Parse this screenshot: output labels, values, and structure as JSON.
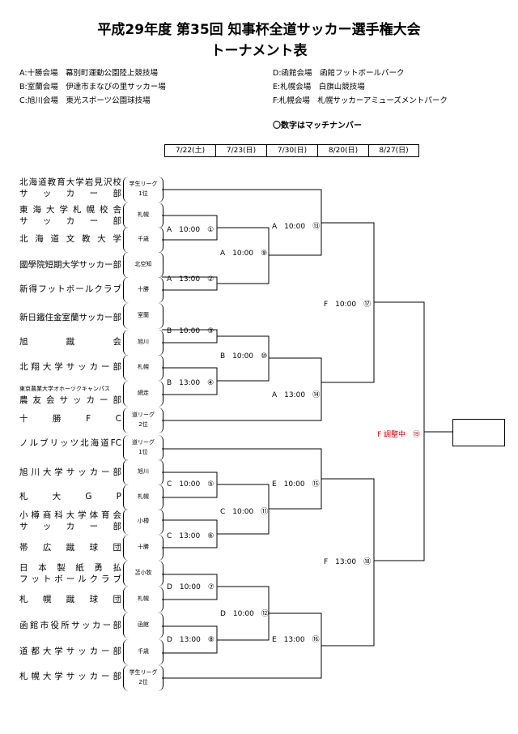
{
  "title": "平成29年度 第35回 知事杯全道サッカー選手権大会",
  "subtitle": "トーナメント表",
  "venues_left": [
    "A:十勝会場　幕別町運動公園陸上競技場",
    "B:室蘭会場　伊達市まなびの里サッカー場",
    "C:旭川会場　東光スポーツ公園球技場"
  ],
  "venues_right": [
    "D:函館会場　函館フットボールパーク",
    "E:札幌会場　白旗山競技場",
    "F:札幌会場　札幌サッカーアミューズメントパーク"
  ],
  "note": "〇数字はマッチナンバー",
  "dates": [
    "7/22(土)",
    "7/23(日)",
    "7/30(日)",
    "8/20(日)",
    "8/27(日)"
  ],
  "teams": [
    {
      "lines": [
        "北海道教育大学岩見沢校",
        "サッカー部"
      ],
      "seed": [
        "学生リーグ",
        "1位"
      ]
    },
    {
      "lines": [
        "東海大学札幌校舎",
        "サッカー部"
      ],
      "seed": [
        "札幌"
      ]
    },
    {
      "lines": [
        "北海道文教大学"
      ],
      "seed": [
        "千歳"
      ]
    },
    {
      "lines": [
        "國學院短期大学サッカー部"
      ],
      "seed": [
        "北空知"
      ]
    },
    {
      "lines": [
        "新得フットボールクラブ"
      ],
      "seed": [
        "十勝"
      ]
    },
    {
      "lines": [
        "新日鐵住金室蘭サッカー部"
      ],
      "seed": [
        "室蘭"
      ]
    },
    {
      "lines": [
        "旭　　蹴　　会"
      ],
      "seed": [
        "旭川"
      ]
    },
    {
      "lines": [
        "北翔大学サッカー部"
      ],
      "seed": [
        "札幌"
      ]
    },
    {
      "lines": [
        "東京農業大学オホーツクキャンパス",
        "農友会サッカー部"
      ],
      "seed": [
        "網走"
      ]
    },
    {
      "lines": [
        "十　　勝　　F　　C"
      ],
      "seed": [
        "道リーグ",
        "2位"
      ]
    },
    {
      "lines": [
        "ノルブリッツ北海道FC"
      ],
      "seed": [
        "道リーグ",
        "1位"
      ]
    },
    {
      "lines": [
        "旭川大学サッカー部"
      ],
      "seed": [
        "旭川"
      ]
    },
    {
      "lines": [
        "札　　大　　G　　P"
      ],
      "seed": [
        "札幌"
      ]
    },
    {
      "lines": [
        "小樽商科大学体育会",
        "サッカー部"
      ],
      "seed": [
        "小樽"
      ]
    },
    {
      "lines": [
        "帯広蹴球団"
      ],
      "seed": [
        "十勝"
      ]
    },
    {
      "lines": [
        "日本製紙勇払",
        "フットボールクラブ"
      ],
      "seed": [
        "苫小牧"
      ]
    },
    {
      "lines": [
        "札幌蹴球団"
      ],
      "seed": [
        "札幌"
      ]
    },
    {
      "lines": [
        "函館市役所サッカー部"
      ],
      "seed": [
        "函館"
      ]
    },
    {
      "lines": [
        "道都大学サッカー部"
      ],
      "seed": [
        "千歳"
      ]
    },
    {
      "lines": [
        "札幌大学サッカー部"
      ],
      "seed": [
        "学生リーグ",
        "2位"
      ]
    }
  ],
  "matches": [
    "A　10:00　①",
    "A　13:00　②",
    "B　10:00　③",
    "B　13:00　④",
    "C　10:00　⑤",
    "C　13:00　⑥",
    "D　10:00　⑦",
    "D　13:00　⑧",
    "A　10:00　⑨",
    "B　10:00　⑩",
    "C　10:00　⑪",
    "D　10:00　⑫",
    "A　10:00　⑬",
    "A　13:00　⑭",
    "E　10:00　⑮",
    "E　13:00　⑯",
    "F　10:00　⑰",
    "F　13:00　⑱",
    "F 調整中　⑲"
  ]
}
